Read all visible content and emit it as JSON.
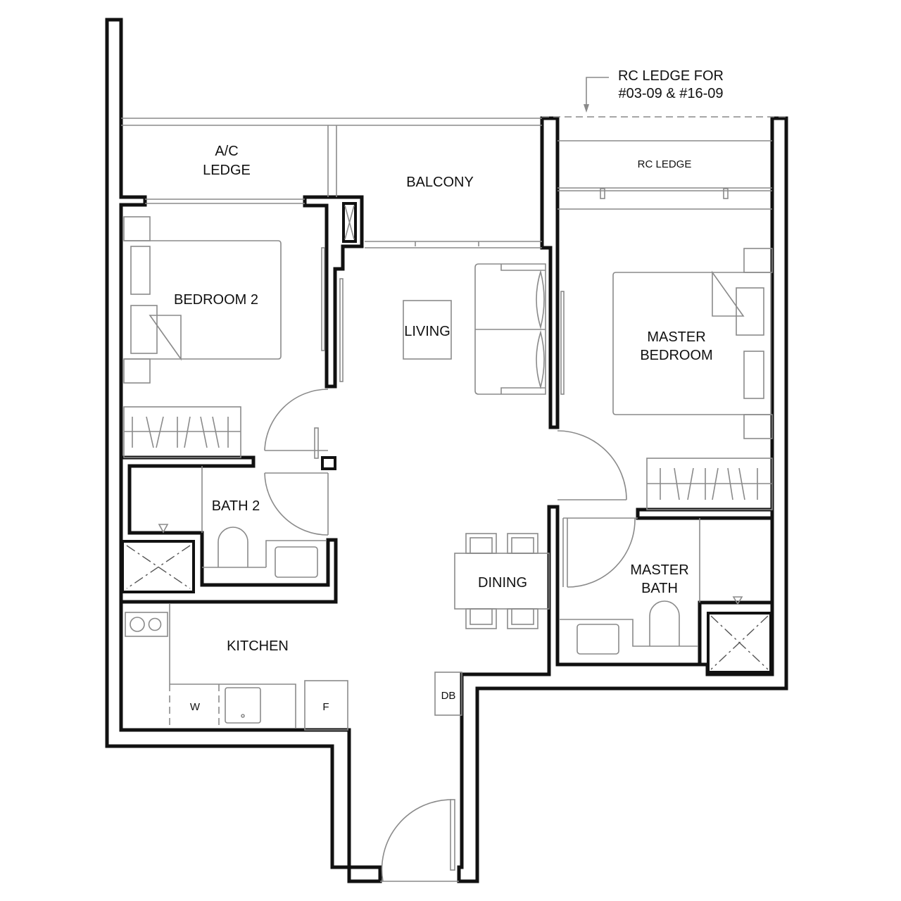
{
  "plan": {
    "type": "floor-plan",
    "rooms": {
      "ac_ledge": {
        "line1": "A/C",
        "line2": "LEDGE"
      },
      "balcony": {
        "label": "BALCONY"
      },
      "rc_ledge": {
        "label": "RC LEDGE"
      },
      "bedroom2": {
        "label": "BEDROOM 2"
      },
      "living": {
        "label": "LIVING"
      },
      "master_bedroom": {
        "line1": "MASTER",
        "line2": "BEDROOM"
      },
      "bath2": {
        "label": "BATH 2"
      },
      "dining": {
        "label": "DINING"
      },
      "master_bath": {
        "line1": "MASTER",
        "line2": "BATH"
      },
      "kitchen": {
        "label": "KITCHEN"
      }
    },
    "fixtures": {
      "washer": "W",
      "fridge": "F",
      "distribution_board": "DB"
    },
    "annotation": {
      "line1": "RC LEDGE FOR",
      "line2": "#03-09 & #16-09"
    },
    "colors": {
      "wall": "#111111",
      "fixture": "#8a8a8a",
      "background": "#ffffff"
    }
  }
}
